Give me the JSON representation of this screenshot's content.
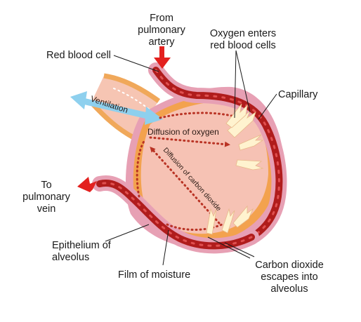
{
  "labels": {
    "from_artery": [
      "From",
      "pulmonary",
      "artery"
    ],
    "red_blood_cell": "Red blood cell",
    "oxygen_enters": [
      "Oxygen enters",
      "red blood cells"
    ],
    "capillary": "Capillary",
    "ventilation": "Ventilation",
    "diffusion_oxygen": "Diffusion of oxygen",
    "diffusion_co2": "Diffusion of carbon dioxide",
    "to_vein": [
      "To",
      "pulmonary",
      "vein"
    ],
    "epithelium": [
      "Epithelium of",
      "alveolus"
    ],
    "film": "Film of moisture",
    "co2_escapes": [
      "Carbon dioxide",
      "escapes into",
      "alveolus"
    ]
  },
  "colors": {
    "alveolus_fill": "#f4b0a2",
    "alveolus_inner": "#f6c2b4",
    "moisture_film": "#f3a24e",
    "capillary_dark": "#b01c1c",
    "epithelium_pink": "#e7a0b4",
    "dotted_arrow": "#b93324",
    "ventilation_arrow": "#8ed0ee",
    "red_arrow": "#e3201e",
    "diffusion_arrow": "#fff3cf"
  }
}
